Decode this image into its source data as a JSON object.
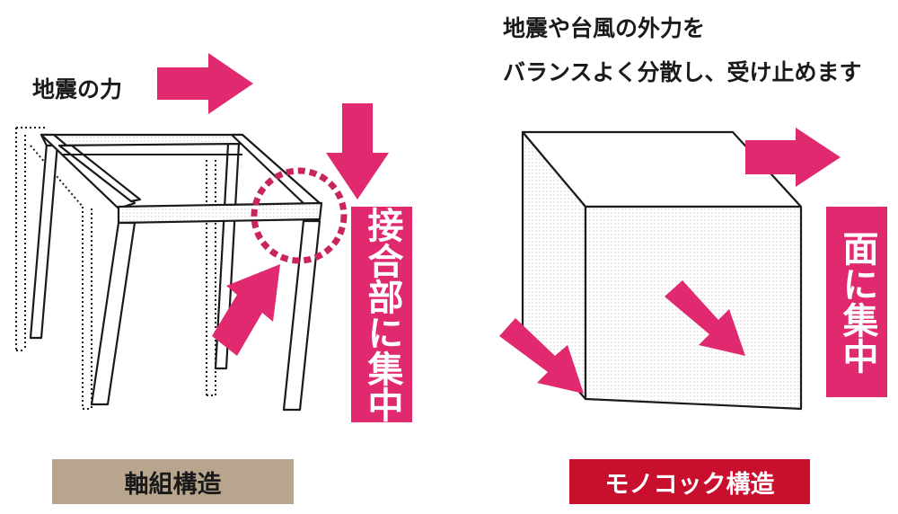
{
  "labels": {
    "force": "地震の力",
    "caption_line1": "地震や台風の外力を",
    "caption_line2": "バランスよく分散し、受け止めます",
    "joint": "接合部に集中",
    "surface": "面に集中"
  },
  "captions": {
    "frame": "軸組構造",
    "monocoque": "モノコック構造"
  },
  "colors": {
    "accent": "#e0296f",
    "frame_tag": "#b8a58d",
    "mono_tag": "#c8102e",
    "line": "#1a1a1a"
  }
}
